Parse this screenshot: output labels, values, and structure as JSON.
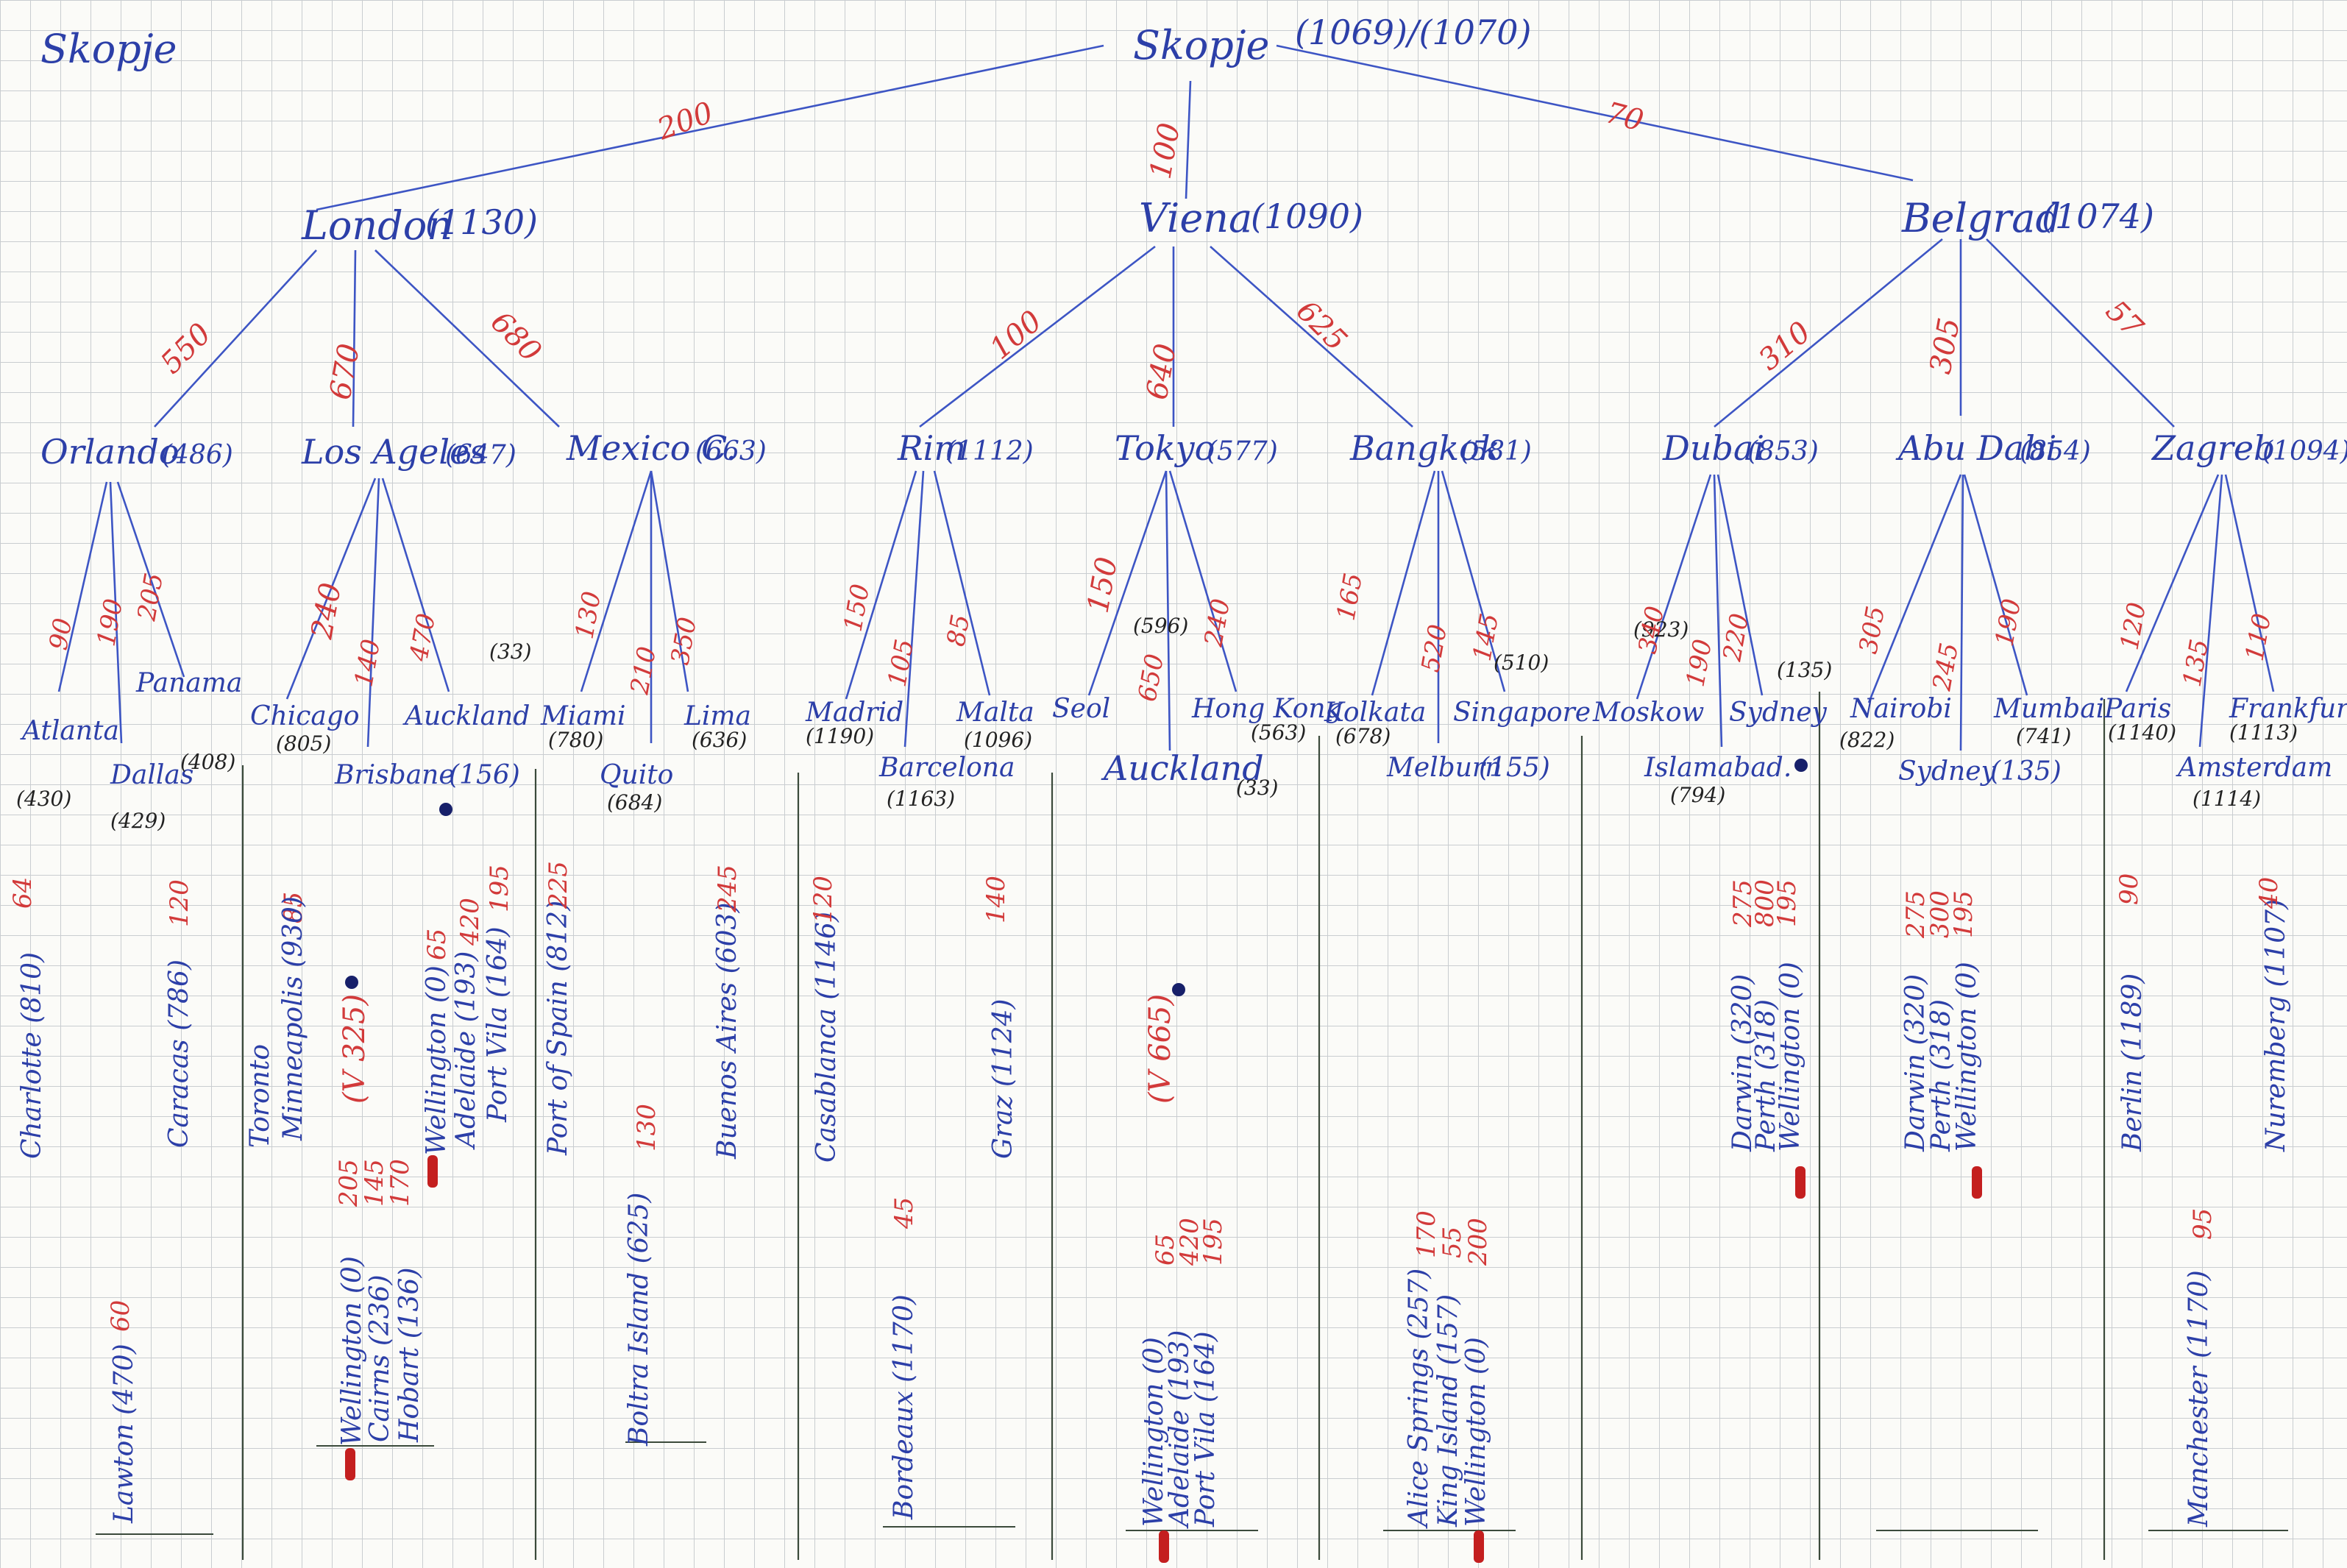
{
  "page_label": "Skopje",
  "root": {
    "name": "Skopje",
    "value": "(1069)/(1070)"
  },
  "level1": [
    {
      "name": "London",
      "value": "(1130)",
      "dist": "200"
    },
    {
      "name": "Viena",
      "value": "(1090)",
      "dist": "100"
    },
    {
      "name": "Belgrad",
      "value": "(1074)",
      "dist": "70"
    }
  ],
  "level2": [
    {
      "name": "Orlando",
      "value": "(486)",
      "dist": "550"
    },
    {
      "name": "Los Ageles",
      "value": "(647)",
      "dist": "670"
    },
    {
      "name": "Mexico C.",
      "value": "(663)",
      "dist": "680"
    },
    {
      "name": "Rim",
      "value": "(1112)",
      "dist": "100"
    },
    {
      "name": "Tokyo",
      "value": "(577)",
      "dist": "640"
    },
    {
      "name": "Bangkok",
      "value": "(581)",
      "dist": "625"
    },
    {
      "name": "Dubai",
      "value": "(853)",
      "dist": "310"
    },
    {
      "name": "Abu Dabi",
      "value": "(854)",
      "dist": "305"
    },
    {
      "name": "Zagreb",
      "value": "(1094)",
      "dist": "57"
    }
  ],
  "level3": [
    {
      "name": "Atlanta",
      "value": "(430)",
      "dist": "90"
    },
    {
      "name": "Dallas",
      "value": "(429)",
      "dist": "190"
    },
    {
      "name": "Panama",
      "value": "(408)",
      "dist": "205"
    },
    {
      "name": "Chicago",
      "value": "(805)",
      "dist": "240"
    },
    {
      "name": "Brisbane",
      "value": "(156)",
      "dist": "140"
    },
    {
      "name": "Auckland",
      "value": "(33)",
      "dist": "470"
    },
    {
      "name": "Miami",
      "value": "(780)",
      "dist": "130"
    },
    {
      "name": "Quito",
      "value": "(684)",
      "dist": "210"
    },
    {
      "name": "Lima",
      "value": "(636)",
      "dist": "350"
    },
    {
      "name": "Madrid",
      "value": "(1190)",
      "dist": "150"
    },
    {
      "name": "Barcelona",
      "value": "(1163)",
      "dist": "105"
    },
    {
      "name": "Malta",
      "value": "(1096)",
      "dist": "85"
    },
    {
      "name": "Seol",
      "value": "(596)",
      "dist": "150"
    },
    {
      "name": "Auckland",
      "value": "(33)",
      "dist": "650"
    },
    {
      "name": "Hong Kong",
      "value": "(563)",
      "dist": "240"
    },
    {
      "name": "Kolkata",
      "value": "(678)",
      "dist": "165"
    },
    {
      "name": "Melburn",
      "value": "(155)",
      "dist": "520"
    },
    {
      "name": "Singapore",
      "value": "(510)",
      "dist": "145"
    },
    {
      "name": "Moskow",
      "value": "(923)",
      "dist": "340"
    },
    {
      "name": "Islamabad.",
      "value": "(794)",
      "dist": "190"
    },
    {
      "name": "Sydney",
      "value": "(135)",
      "dist": "220"
    },
    {
      "name": "Nairobi",
      "value": "(822)",
      "dist": "305"
    },
    {
      "name": "Sydney",
      "value": "(135)",
      "dist": "245"
    },
    {
      "name": "Mumbai",
      "value": "(741)",
      "dist": "190"
    },
    {
      "name": "Paris",
      "value": "(1140)",
      "dist": "120"
    },
    {
      "name": "Amsterdam",
      "value": "(1114)",
      "dist": "135"
    },
    {
      "name": "Frankfurt",
      "value": "(1113)",
      "dist": "110"
    }
  ],
  "level4": [
    {
      "text": "Charlotte (810)",
      "dist": "64"
    },
    {
      "text": "Caracas (786)",
      "dist": "120"
    },
    {
      "text": "Toronto",
      "dist": "85"
    },
    {
      "text": "Minneapolis (930)",
      "dist": ""
    },
    {
      "text": "(V 325)",
      "dist": ""
    },
    {
      "text": "Wellington (0)",
      "dist": "65"
    },
    {
      "text": "Adelaide (193)",
      "dist": "420"
    },
    {
      "text": "Port Vila (164)",
      "dist": "195"
    },
    {
      "text": "Port of Spain (812)",
      "dist": "225"
    },
    {
      "text": "Buenos Aires (603)",
      "dist": "245"
    },
    {
      "text": "Casablanca (1146)",
      "dist": "120"
    },
    {
      "text": "Graz (1124)",
      "dist": "140"
    },
    {
      "text": "(V 665)",
      "dist": ""
    },
    {
      "text": "Darwin (320)",
      "dist": "275"
    },
    {
      "text": "Perth (318)",
      "dist": "800"
    },
    {
      "text": "Wellington (0)",
      "dist": "195"
    },
    {
      "text": "Darwin (320)",
      "dist": "275"
    },
    {
      "text": "Perth (318)",
      "dist": "300"
    },
    {
      "text": "Wellington (0)",
      "dist": "195"
    },
    {
      "text": "Berlin (1189)",
      "dist": "90"
    },
    {
      "text": "Nuremberg (1107)",
      "dist": "40"
    }
  ],
  "level5": [
    {
      "text": "Lawton (470)",
      "dist": "60"
    },
    {
      "text": "Wellington (0)",
      "dist": "205"
    },
    {
      "text": "Cairns (236)",
      "dist": "145"
    },
    {
      "text": "Hobart (136)",
      "dist": "170"
    },
    {
      "text": "Boltra Island (625)",
      "dist": "130"
    },
    {
      "text": "Bordeaux (1170)",
      "dist": "45"
    },
    {
      "text": "Wellington (0)",
      "dist": "65"
    },
    {
      "text": "Adelaide (193)",
      "dist": "420"
    },
    {
      "text": "Port Vila (164)",
      "dist": "195"
    },
    {
      "text": "Alice Springs (257)",
      "dist": "170"
    },
    {
      "text": "King Island (157)",
      "dist": "55"
    },
    {
      "text": "Wellington (0)",
      "dist": "200"
    },
    {
      "text": "Manchester (1170)",
      "dist": "95"
    }
  ],
  "colors": {
    "ink_blue": "#2c3fa8",
    "ink_red": "#d23a3a",
    "pencil": "#3b4a3b",
    "marker": "#c41f1f",
    "grid": "#c9cdd0"
  },
  "icons": [
    "red-marker-icon",
    "dot-icon"
  ]
}
